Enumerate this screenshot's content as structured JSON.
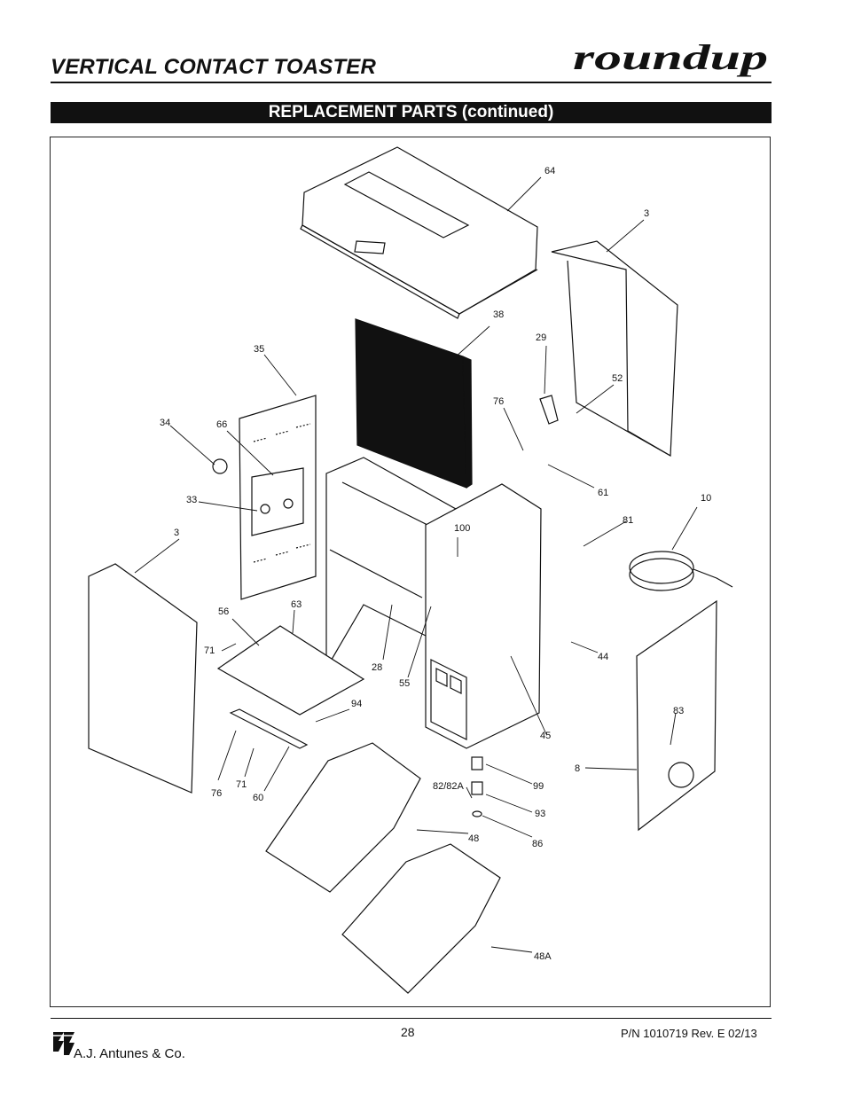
{
  "header": {
    "title": "VERTICAL CONTACT TOASTER",
    "brand_logo_text": "roundup"
  },
  "section": {
    "heading": "REPLACEMENT PARTS (continued)"
  },
  "diagram": {
    "callouts": [
      {
        "label": "64"
      },
      {
        "label": "3"
      },
      {
        "label": "38"
      },
      {
        "label": "29"
      },
      {
        "label": "35"
      },
      {
        "label": "52"
      },
      {
        "label": "76"
      },
      {
        "label": "34"
      },
      {
        "label": "66"
      },
      {
        "label": "61"
      },
      {
        "label": "33"
      },
      {
        "label": "10"
      },
      {
        "label": "81"
      },
      {
        "label": "100"
      },
      {
        "label": "3"
      },
      {
        "label": "63"
      },
      {
        "label": "56"
      },
      {
        "label": "71"
      },
      {
        "label": "28"
      },
      {
        "label": "55"
      },
      {
        "label": "44"
      },
      {
        "label": "94"
      },
      {
        "label": "83"
      },
      {
        "label": "45"
      },
      {
        "label": "8"
      },
      {
        "label": "99"
      },
      {
        "label": "76"
      },
      {
        "label": "71"
      },
      {
        "label": "60"
      },
      {
        "label": "82/82A"
      },
      {
        "label": "93"
      },
      {
        "label": "48"
      },
      {
        "label": "86"
      },
      {
        "label": "48A"
      }
    ]
  },
  "footer": {
    "page_number": "28",
    "part_number": "P/N 1010719 Rev. E 02/13",
    "company": "A.J. Antunes & Co."
  }
}
